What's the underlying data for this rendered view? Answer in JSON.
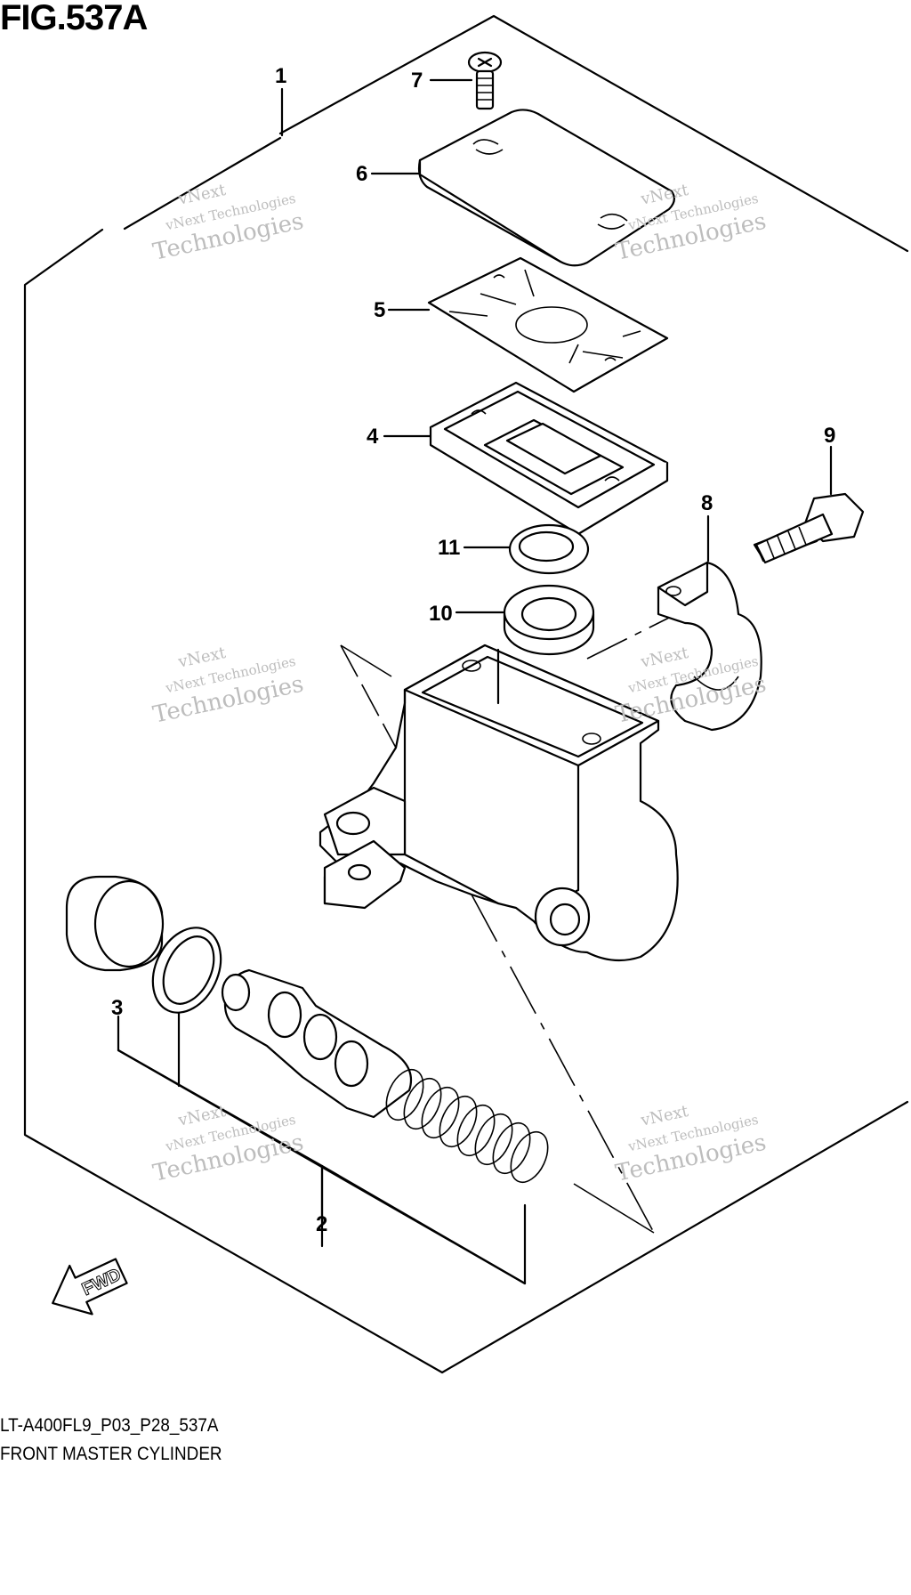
{
  "figure": {
    "title": "FIG.537A",
    "diagram_code": "LT-A400FL9_P03_P28_537A",
    "diagram_name": "FRONT MASTER CYLINDER"
  },
  "callouts": [
    "1",
    "2",
    "3",
    "4",
    "5",
    "6",
    "7",
    "8",
    "9",
    "10",
    "11"
  ],
  "direction_badge": "FWD",
  "watermark": {
    "line1": "vNext Technologies",
    "line2": "vNext",
    "line3": "Technologies"
  },
  "colors": {
    "line": "#000000",
    "watermark": "#bdbdbd",
    "background": "#ffffff"
  }
}
